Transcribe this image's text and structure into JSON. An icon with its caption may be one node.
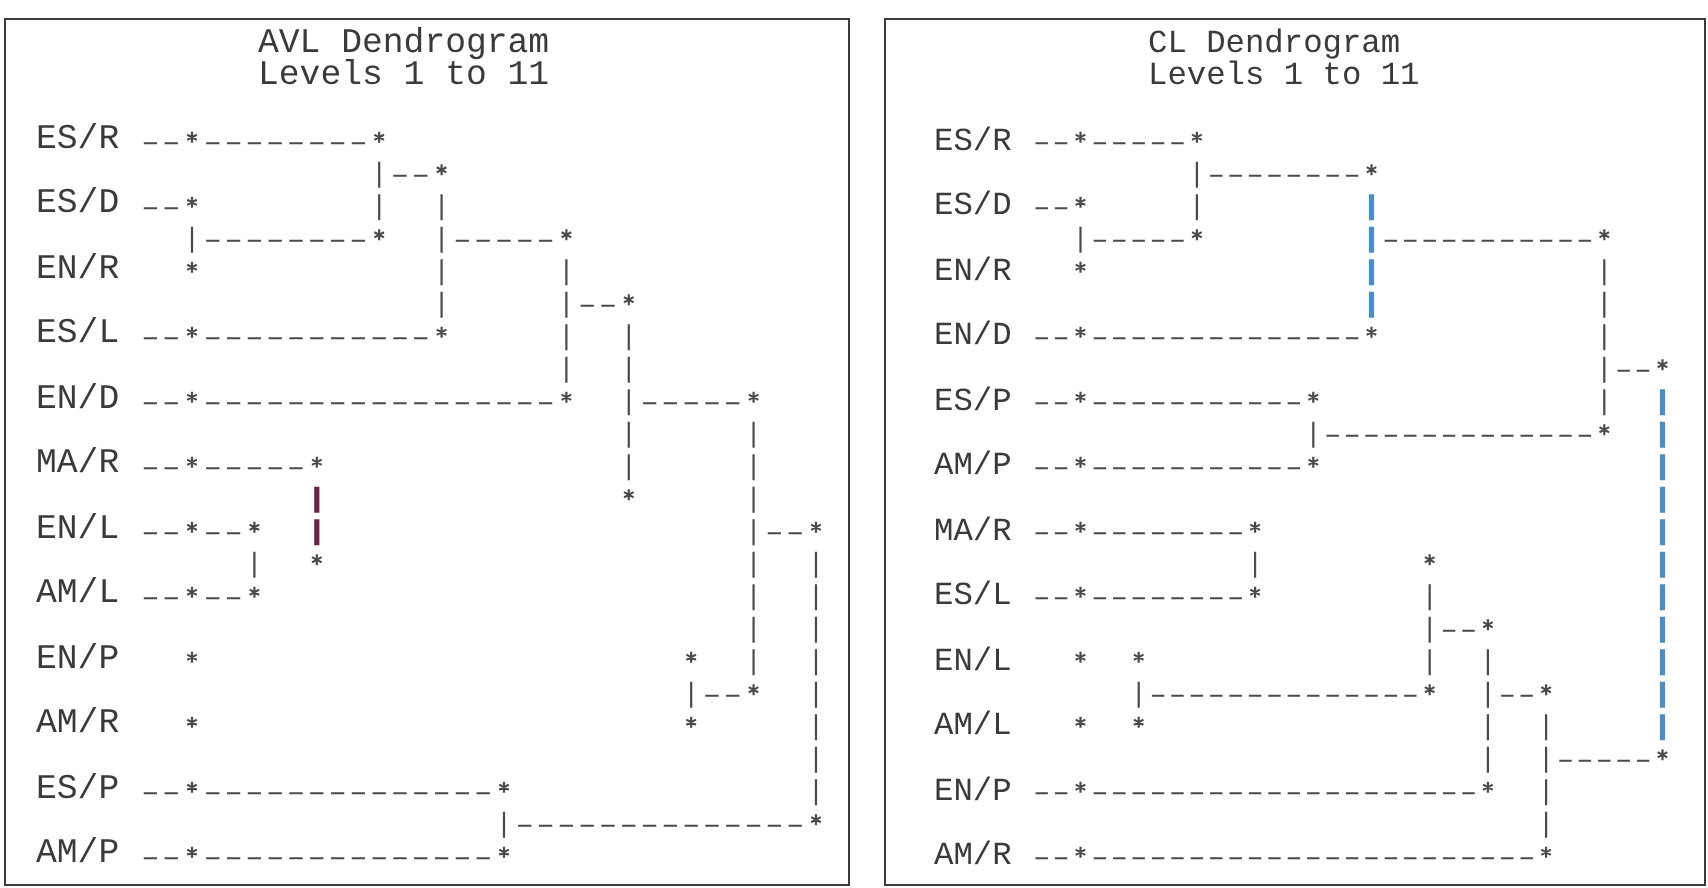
{
  "diagram": {
    "nodes": [
      {
        "text": [
          "AVL Dendrogram",
          "Levels 1 to 11"
        ]
      },
      {
        "text": [
          "ES/R"
        ],
        "in": 0
      },
      {
        "text": [
          "ES/D"
        ],
        "in": 0
      },
      {
        "text": [
          "EN/R"
        ],
        "in": 0
      },
      {
        "text": [
          "ES/L"
        ],
        "in": 0
      },
      {
        "text": [
          "EN/D"
        ],
        "in": 0
      },
      {
        "text": [
          "MA/R"
        ],
        "in": 0
      },
      {
        "text": [
          "EN/L"
        ],
        "in": 0
      },
      {
        "text": [
          "AM/L"
        ],
        "in": 0
      },
      {
        "text": [
          "EN/P"
        ],
        "in": 0
      },
      {
        "text": [
          "AM/R"
        ],
        "in": 0
      },
      {
        "text": [
          "ES/P"
        ],
        "in": 0
      },
      {
        "text": [
          "AM/P"
        ],
        "in": 0
      },
      {
        "text": [
          "CL Dendrogram",
          "Levels 1 to 11"
        ]
      },
      {
        "text": [
          "ES/R"
        ],
        "in": 13
      },
      {
        "text": [
          "ES/D"
        ],
        "in": 13
      },
      {
        "text": [
          "EN/R"
        ],
        "in": 13
      },
      {
        "text": [
          "EN/D"
        ],
        "in": 13
      },
      {
        "text": [
          "ES/P"
        ],
        "in": 13
      },
      {
        "text": [
          "AM/P"
        ],
        "in": 13
      },
      {
        "text": [
          "MA/R"
        ],
        "in": 13
      },
      {
        "text": [
          "ES/L"
        ],
        "in": 13
      },
      {
        "text": [
          "EN/L"
        ],
        "in": 13
      },
      {
        "text": [
          "AM/L"
        ],
        "in": 13
      },
      {
        "text": [
          "EN/P"
        ],
        "in": 13
      },
      {
        "text": [
          "AM/R"
        ],
        "in": 13
      }
    ]
  }
}
